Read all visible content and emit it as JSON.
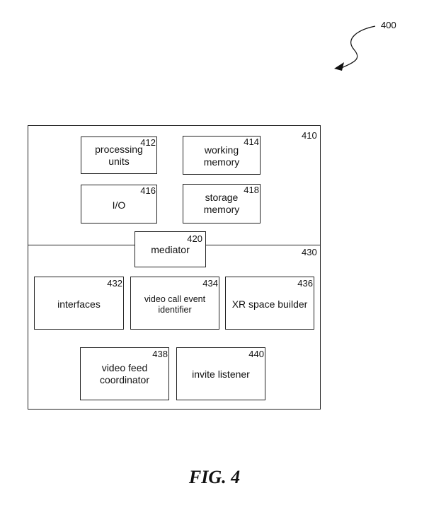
{
  "figure": {
    "caption": "FIG. 4",
    "reference": "400"
  },
  "sections": {
    "upper": {
      "ref": "410"
    },
    "lower": {
      "ref": "430"
    }
  },
  "blocks": {
    "b412": {
      "ref": "412",
      "label": "processing units",
      "lines": [
        "processing",
        "units"
      ]
    },
    "b414": {
      "ref": "414",
      "label": "working memory",
      "lines": [
        "working",
        "memory"
      ]
    },
    "b416": {
      "ref": "416",
      "label": "I/O",
      "lines": [
        "I/O"
      ]
    },
    "b418": {
      "ref": "418",
      "label": "storage memory",
      "lines": [
        "storage",
        "memory"
      ]
    },
    "b420": {
      "ref": "420",
      "label": "mediator",
      "lines": [
        "mediator"
      ]
    },
    "b432": {
      "ref": "432",
      "label": "interfaces",
      "lines": [
        "interfaces"
      ]
    },
    "b434": {
      "ref": "434",
      "label": "video call event identifier",
      "lines": [
        "video call event",
        "identifier"
      ]
    },
    "b436": {
      "ref": "436",
      "label": "XR space builder",
      "lines": [
        "XR space builder"
      ]
    },
    "b438": {
      "ref": "438",
      "label": "video feed coordinator",
      "lines": [
        "video feed",
        "coordinator"
      ]
    },
    "b440": {
      "ref": "440",
      "label": "invite listener",
      "lines": [
        "invite listener"
      ]
    }
  }
}
